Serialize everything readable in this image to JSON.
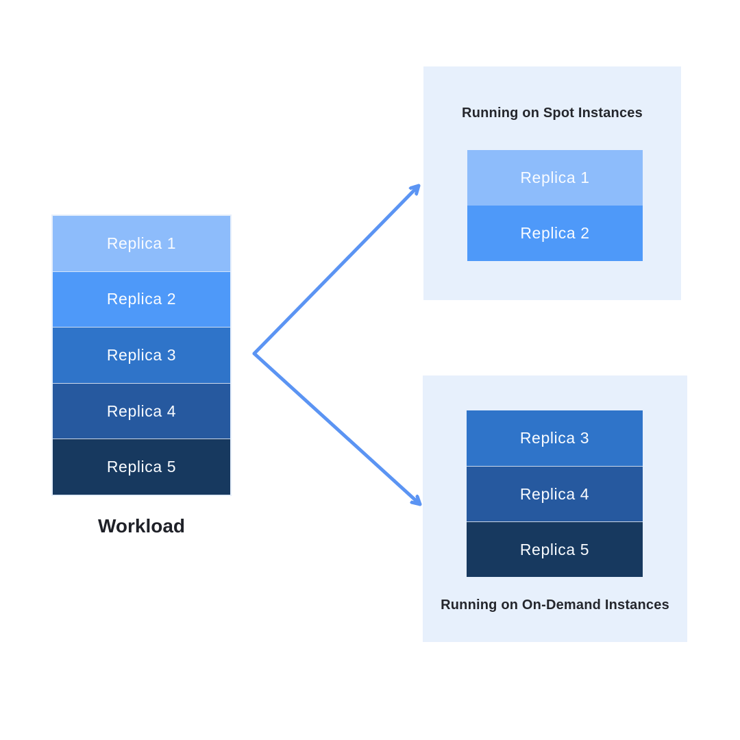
{
  "colors": {
    "page_bg": "#ffffff",
    "panel_bg": "#e7f0fc",
    "arrow": "#5b94f3",
    "heading_text": "#24262c",
    "block_text": "#f8fbff"
  },
  "workload": {
    "label": "Workload",
    "replicas": [
      {
        "label": "Replica 1",
        "color": "#8dbcfb"
      },
      {
        "label": "Replica 2",
        "color": "#4e99f9"
      },
      {
        "label": "Replica 3",
        "color": "#2f74c9"
      },
      {
        "label": "Replica 4",
        "color": "#26599f"
      },
      {
        "label": "Replica 5",
        "color": "#17395f"
      }
    ]
  },
  "spot_panel": {
    "title": "Running on Spot Instances",
    "replicas": [
      {
        "label": "Replica 1",
        "color": "#8dbcfb"
      },
      {
        "label": "Replica 2",
        "color": "#4e99f9"
      }
    ]
  },
  "on_demand_panel": {
    "title": "Running on On-Demand Instances",
    "replicas": [
      {
        "label": "Replica 3",
        "color": "#2f74c9"
      },
      {
        "label": "Replica 4",
        "color": "#26599f"
      },
      {
        "label": "Replica 5",
        "color": "#17395f"
      }
    ]
  }
}
